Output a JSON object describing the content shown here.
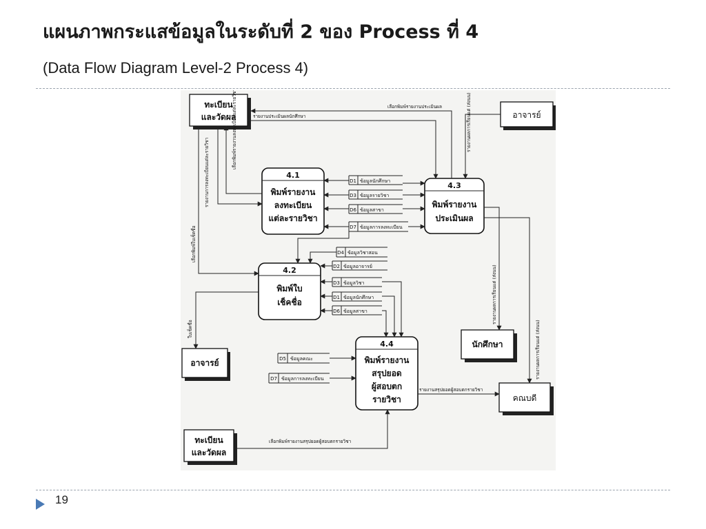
{
  "slide": {
    "title": "แผนภาพกระแสข้อมูลในระดับที่ 2 ของ Process ที่ 4",
    "subtitle": "(Data Flow Diagram Level-2 Process 4)",
    "page_number": "19"
  },
  "entities": {
    "registrar_top": [
      "ทะเบียน",
      "และวัดผล"
    ],
    "lecturer_top": "อาจารย์",
    "student": "นักศึกษา",
    "lecturer_bottom": "อาจารย์",
    "dean": "คณบดี",
    "registrar_bottom": [
      "ทะเบียน",
      "และวัดผล"
    ]
  },
  "processes": {
    "p41": {
      "id": "4.1",
      "lines": [
        "พิมพ์รายงาน",
        "ลงทะเบียน",
        "แต่ละรายวิชา"
      ]
    },
    "p42": {
      "id": "4.2",
      "lines": [
        "พิมพ์ใบ",
        "เช็คชื่อ"
      ]
    },
    "p43": {
      "id": "4.3",
      "lines": [
        "พิมพ์รายงาน",
        "ประเมินผล"
      ]
    },
    "p44": {
      "id": "4.4",
      "lines": [
        "พิมพ์รายงาน",
        "สรุปยอด",
        "ผู้สอบตก",
        "รายวิชา"
      ]
    }
  },
  "datastores": {
    "group1": [
      {
        "id": "D1",
        "name": "ข้อมูลนักศึกษา"
      },
      {
        "id": "D3",
        "name": "ข้อมูลรายวิชา"
      },
      {
        "id": "D6",
        "name": "ข้อมูลสาขา"
      },
      {
        "id": "D7",
        "name": "ข้อมูลการลงทะเบียน"
      }
    ],
    "group2": [
      {
        "id": "D4",
        "name": "ข้อมูลวิชาสอน"
      },
      {
        "id": "D2",
        "name": "ข้อมูลอาจารย์"
      },
      {
        "id": "D3",
        "name": "ข้อมูลวิชา"
      },
      {
        "id": "D1",
        "name": "ข้อมูลนักศึกษา"
      },
      {
        "id": "D6",
        "name": "ข้อมูลสาขา"
      }
    ],
    "group3": [
      {
        "id": "D5",
        "name": "ข้อมูลคณะ"
      },
      {
        "id": "D7",
        "name": "ข้อมูลการลงทะเบียน"
      }
    ]
  },
  "flows": {
    "select_eval_report": "เลือกพิมพ์รายงานประเมินผล",
    "student_eval_report": "รายงานประเมินผลนักศึกษา",
    "select_reg_report": "เลือกพิมพ์รายงานลงทะเบียนแต่ละรายวิชา",
    "reg_report_per_course": "รายงานการลงทะเบียนแต่ละรายวิชา",
    "select_check_sheet": "เลือกพิมพ์ใบเช็คชื่อ",
    "check_sheet": "ใบเช็คชื่อ",
    "grade_report_lecturer": "รายงานผลการเรียนแต่ (ส่งนน)",
    "grade_report_student": "รายงานผลการเรียนแต่ (ส่งนน)",
    "grade_report_dean": "รายงานผลการเรียนแต่ (ส่งนน)",
    "fail_summary_report": "รายงานสรุปยอดผู้สอบตกรายวิชา",
    "select_fail_summary": "เลือกพิมพ์รายงานสรุปยอดผู้สอบตกรายวิชา"
  }
}
